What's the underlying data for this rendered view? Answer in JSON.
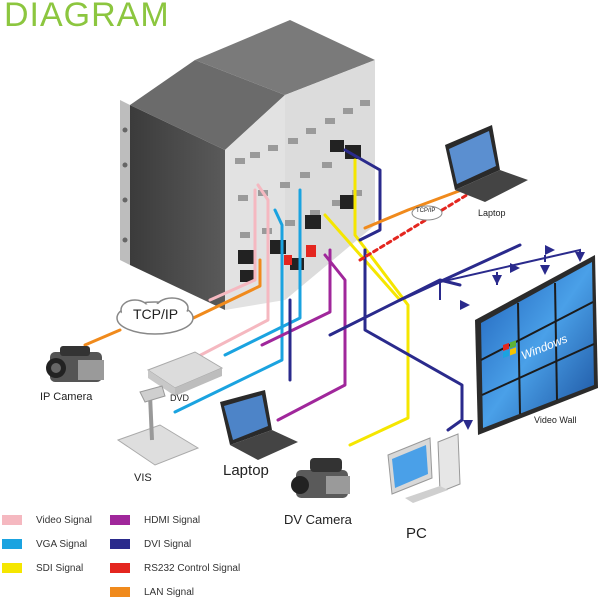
{
  "title": "DIAGRAM",
  "labels": {
    "tcpip_cloud_large": "TCP/IP",
    "tcpip_cloud_small": "TCP/IP",
    "laptop_top": "Laptop",
    "ip_camera": "IP Camera",
    "dvd": "DVD",
    "vis": "VIS",
    "laptop_bottom": "Laptop",
    "dv_camera": "DV Camera",
    "pc": "PC",
    "video_wall": "Video Wall",
    "windows_logo": "Windows"
  },
  "legend": [
    {
      "label": "Video Signal",
      "color": "#f5b8c0"
    },
    {
      "label": "VGA Signal",
      "color": "#1aa3e0"
    },
    {
      "label": "SDI Signal",
      "color": "#f5e600"
    },
    {
      "label": "HDMI Signal",
      "color": "#a0279b"
    },
    {
      "label": "DVI Signal",
      "color": "#2a2a8c"
    },
    {
      "label": "RS232 Control Signal",
      "color": "#e4261f"
    },
    {
      "label": "LAN Signal",
      "color": "#f08a1c"
    }
  ],
  "colors": {
    "title": "#8cc63f",
    "chassis_dark": "#4a4a4a",
    "chassis_panel": "#e6e6e6",
    "screen_blue": "#2b6fc4"
  }
}
